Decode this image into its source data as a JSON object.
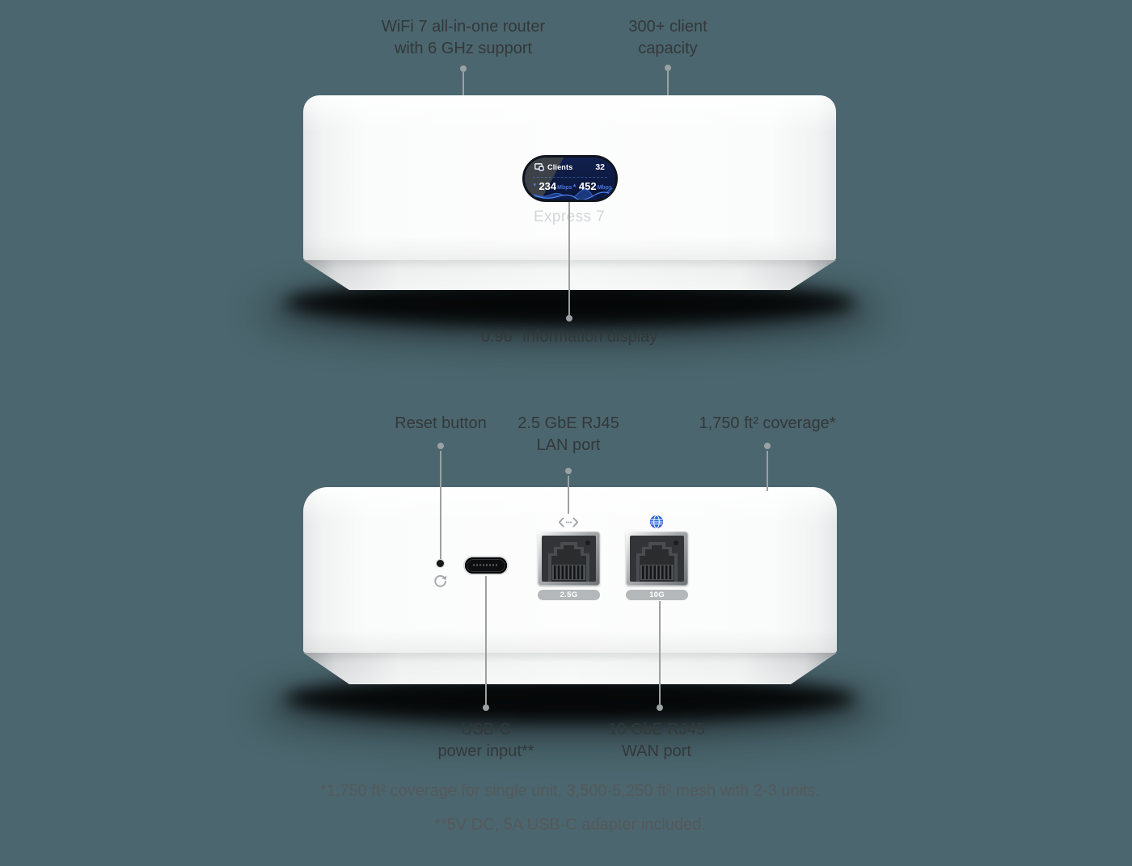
{
  "front": {
    "wifi": {
      "line1": "WiFi 7 all-in-one router",
      "line2": "with 6 GHz support"
    },
    "capacity": {
      "line1": "300+ client",
      "line2": "capacity"
    },
    "display_label": "0.96″ information display",
    "model": "Express 7",
    "screen": {
      "clients_label": "Clients",
      "clients_value": "32",
      "down_value": "234",
      "down_unit": "Mbps",
      "up_value": "452",
      "up_unit": "Mbps"
    }
  },
  "back": {
    "reset_label": "Reset button",
    "lan": {
      "line1": "2.5 GbE RJ45",
      "line2": "LAN port"
    },
    "coverage_label": "1,750 ft² coverage*",
    "usb": {
      "line1": "USB-C",
      "line2": "power input**"
    },
    "wan": {
      "line1": "10 GbE RJ45",
      "line2": "WAN port"
    },
    "badges": {
      "lan": "2.5G",
      "wan": "10G"
    }
  },
  "footnotes": {
    "coverage": "*1,750 ft² coverage for single unit, 3,500-5,250 ft² mesh with 2-3 units.",
    "power": "**5V DC, 5A USB-C adapter included."
  },
  "icons": {
    "download_glyph": "▼",
    "upload_glyph": "▲",
    "clients": "clients-icon",
    "lan": "lan-arrows-icon",
    "wan": "globe-icon",
    "reset": "reset-arrow-icon"
  },
  "colors": {
    "background": "#4b666e",
    "label_text": "#33383a",
    "footnote_text": "#54595c",
    "screen_navy": "#0c1940",
    "screen_blue": "#4a74dd",
    "device_white": "#fafbfb",
    "badge_gray": "#b5b8ba",
    "wan_globe_blue": "#2e66d8"
  }
}
